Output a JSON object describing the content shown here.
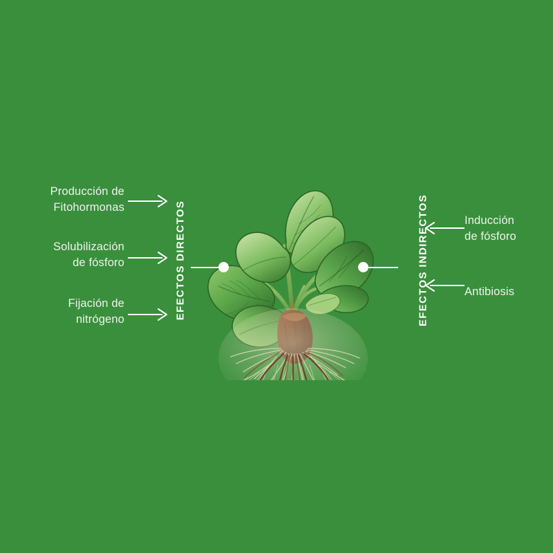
{
  "background_color": "#3a8f3c",
  "text_color": "#eef3ee",
  "heading_color": "#ffffff",
  "accent_color": "#ffffff",
  "headings": {
    "left": "EFECTOS DIRECTOS",
    "right": "EFECTOS INDIRECTOS"
  },
  "left_effects": [
    {
      "label": "Producción de\nFitohormonas",
      "arrow": "arrow-right"
    },
    {
      "label": "Solubilización\nde fósforo",
      "arrow": "arrow-right"
    },
    {
      "label": "Fijación de\nnitrógeno",
      "arrow": "arrow-right"
    }
  ],
  "right_effects": [
    {
      "label": "Inducción\nde fósforo",
      "arrow": "arrow-left"
    },
    {
      "label": "Antibiosis",
      "arrow": "arrow-left"
    }
  ],
  "center_image": {
    "name": "strawberry-plant-with-roots",
    "description": "Strawberry plant illustration with green leaves above and fibrous root system below"
  },
  "connectors": [
    {
      "name": "left-connector",
      "side": "left"
    },
    {
      "name": "right-connector",
      "side": "right"
    }
  ]
}
